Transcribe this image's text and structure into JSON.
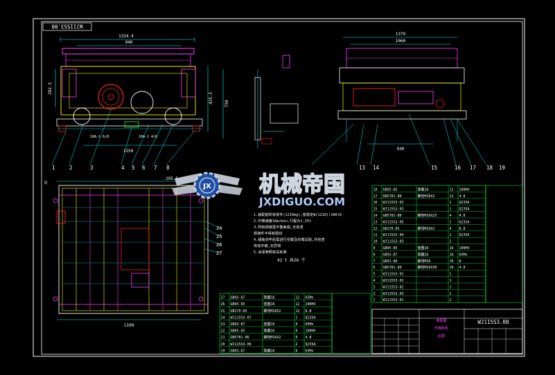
{
  "drawing": {
    "code_stamp": "WJ115S3.00",
    "title_block_code": "WJ115S3.00",
    "sheet_label_a": "装配图",
    "sheet_label_b": "升降机构",
    "sheet_label_c": "总图"
  },
  "dimensions": {
    "front_overall": "1324.4",
    "front_inner": "940",
    "front_height_left": "282.5",
    "front_height_right1": "425.5",
    "front_height_right2": "750",
    "front_bottom": "1250",
    "front_note_a": "10A-1 6/H",
    "front_note_b": "10A-1 4/H",
    "side_overall": "1379",
    "side_inner": "1060",
    "side_bottom": "930",
    "plan_width": "1100",
    "plan_top": "295.5",
    "plan_left": "32"
  },
  "balloons_top": [
    "1",
    "2",
    "3",
    "4",
    "5",
    "6",
    "7",
    "8",
    "13",
    "14",
    "15",
    "16",
    "17",
    "18",
    "19"
  ],
  "balloons_side": [
    "24",
    "25",
    "26",
    "27"
  ],
  "tech_notes": [
    "1.装配前所有零件(1210kg),按规定W(1210)(100)D",
    "2.升降速度16m/min,行程为1.25t",
    "3.所有焊缝需平整美观,无夹渣",
    "  焊接件不得有裂纹",
    "4.组装完毕后需进行空载及负载试验,并检查",
    "  传动平稳,无异常",
    "5.涂漆参照有关标准"
  ],
  "weight_note": "42 t 共26 个",
  "watermark": {
    "title": "机械帝国",
    "url": "JXDIGUO.COM",
    "logo_letters": "JX"
  },
  "bom_left": [
    {
      "no": "27",
      "code": "GB93-87",
      "name": "垫圈16",
      "qty": "12",
      "mat": "65Mn"
    },
    {
      "no": "26",
      "code": "GB95-85",
      "name": "垫圈16",
      "qty": "12",
      "mat": "100HV"
    },
    {
      "no": "25",
      "code": "GB170-85",
      "name": "螺母M16X2",
      "qty": "12",
      "mat": "8.8"
    },
    {
      "no": "24",
      "code": "WJ115S3-07",
      "name": "",
      "qty": "1",
      "mat": "Q235A"
    },
    {
      "no": "23",
      "code": "GB93-87",
      "name": "垫圈16",
      "qty": "6",
      "mat": "65Mn"
    },
    {
      "no": "22",
      "code": "GB95-85",
      "name": "垫圈16",
      "qty": "6",
      "mat": "100HV"
    },
    {
      "no": "21",
      "code": "GB5781-86",
      "name": "螺栓M16X2",
      "qty": "6",
      "mat": "4.8"
    },
    {
      "no": "20",
      "code": "WJ115S3-06",
      "name": "",
      "qty": "2",
      "mat": "Q235A"
    },
    {
      "no": "19",
      "code": "GB93-87",
      "name": "垫圈16",
      "qty": "6",
      "mat": "65Mn"
    }
  ],
  "bom_right": [
    {
      "no": "18",
      "code": "GB95-85",
      "name": "垫圈16",
      "qty": "12",
      "mat": "100HV"
    },
    {
      "no": "17",
      "code": "GB5781-86",
      "name": "螺栓M16X2",
      "qty": "12",
      "mat": "4.8"
    },
    {
      "no": "16",
      "code": "WJ115S3-02",
      "name": "",
      "qty": "1",
      "mat": "Q235A"
    },
    {
      "no": "15",
      "code": "WJ115S3-03",
      "name": "",
      "qty": "1",
      "mat": "Q235A"
    },
    {
      "no": "14",
      "code": "GB5781-86",
      "name": "螺栓M16X25",
      "qty": "4",
      "mat": "4.8"
    },
    {
      "no": "13",
      "code": "WJ115S3-05",
      "name": "",
      "qty": "1",
      "mat": "Q235A"
    },
    {
      "no": "12",
      "code": "GB170-85",
      "name": "螺母M16X2",
      "qty": "4",
      "mat": "8.8"
    },
    {
      "no": "11",
      "code": "WJ115S3-04",
      "name": "",
      "qty": "1",
      "mat": "Q235A"
    },
    {
      "no": "10",
      "code": "WJ115S3-03",
      "name": "",
      "qty": "2",
      "mat": ""
    },
    {
      "no": "9",
      "code": "GB95-85",
      "name": "垫圈16",
      "qty": "16",
      "mat": "100HV"
    },
    {
      "no": "8",
      "code": "GB93-87",
      "name": "垫圈16",
      "qty": "16",
      "mat": "65Mn"
    },
    {
      "no": "7",
      "code": "GB41-86",
      "name": "螺母M16",
      "qty": "16",
      "mat": "8"
    },
    {
      "no": "6",
      "code": "GB5781-86",
      "name": "螺栓M16X30",
      "qty": "16",
      "mat": "4.8"
    },
    {
      "no": "5",
      "code": "WJ115S3-01",
      "name": "",
      "qty": "1",
      "mat": ""
    },
    {
      "no": "4",
      "code": "WJ115S3-02",
      "name": "",
      "qty": "1",
      "mat": ""
    },
    {
      "no": "3",
      "code": "WJ115S3-02",
      "name": "",
      "qty": "1",
      "mat": ""
    },
    {
      "no": "2",
      "code": "WJ115S3.03",
      "name": "",
      "qty": "1",
      "mat": ""
    },
    {
      "no": "1",
      "code": "WJ115S3.01",
      "name": "",
      "qty": "1",
      "mat": ""
    }
  ],
  "colors": {
    "frame": "#ffffff",
    "outline": "#00d0d0",
    "dim": "#00ffff",
    "part": "#ff40ff",
    "yellow": "#ffff00",
    "red": "#ff2020",
    "green": "#20ff20",
    "table": "#00ff40",
    "text": "#ffffff",
    "wm_blue": "#1e4fa3",
    "wm_silver": "#cfd6e0"
  }
}
